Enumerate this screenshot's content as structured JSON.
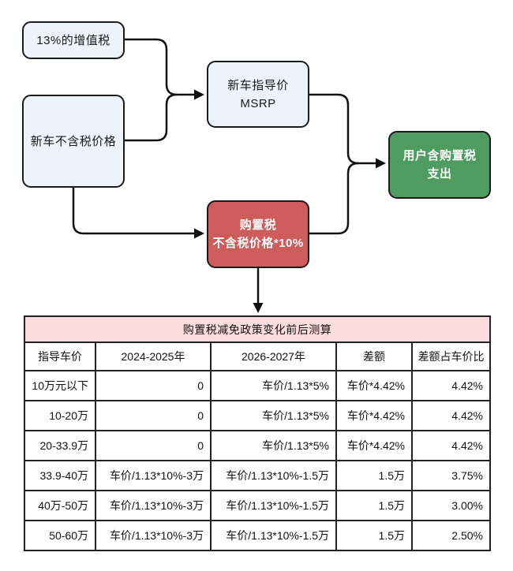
{
  "flowchart": {
    "boxes": {
      "vat": {
        "label": "13%的增值税"
      },
      "pretax_price": {
        "label": "新车不含税价格"
      },
      "msrp": {
        "line1": "新车指导价",
        "line2": "MSRP"
      },
      "purchase_tax": {
        "line1": "购置税",
        "line2": "不含税价格*10%"
      },
      "user_cost": {
        "line1": "用户含购置税",
        "line2": "支出"
      }
    },
    "colors": {
      "light_box_fill": "#eef2fa",
      "red_box_fill": "#cd5c5b",
      "green_box_fill": "#4f9c60",
      "box_border": "#1b1b1b",
      "arrow": "#111111"
    }
  },
  "table": {
    "title": "购置税减免政策变化前后测算",
    "title_bg": "#fbdddd",
    "headers": [
      "指导车价",
      "2024-2025年",
      "2026-2027年",
      "差额",
      "差额占车价比"
    ],
    "rows": [
      [
        "10万元以下",
        "0",
        "车价/1.13*5%",
        "车价*4.42%",
        "4.42%"
      ],
      [
        "10-20万",
        "0",
        "车价/1.13*5%",
        "车价*4.42%",
        "4.42%"
      ],
      [
        "20-33.9万",
        "0",
        "车价/1.13*5%",
        "车价*4.42%",
        "4.42%"
      ],
      [
        "33.9-40万",
        "车价/1.13*10%-3万",
        "车价/1.13*10%-1.5万",
        "1.5万",
        "3.75%"
      ],
      [
        "40万-50万",
        "车价/1.13*10%-3万",
        "车价/1.13*10%-1.5万",
        "1.5万",
        "3.00%"
      ],
      [
        "50-60万",
        "车价/1.13*10%-3万",
        "车价/1.13*10%-1.5万",
        "1.5万",
        "2.50%"
      ]
    ]
  }
}
